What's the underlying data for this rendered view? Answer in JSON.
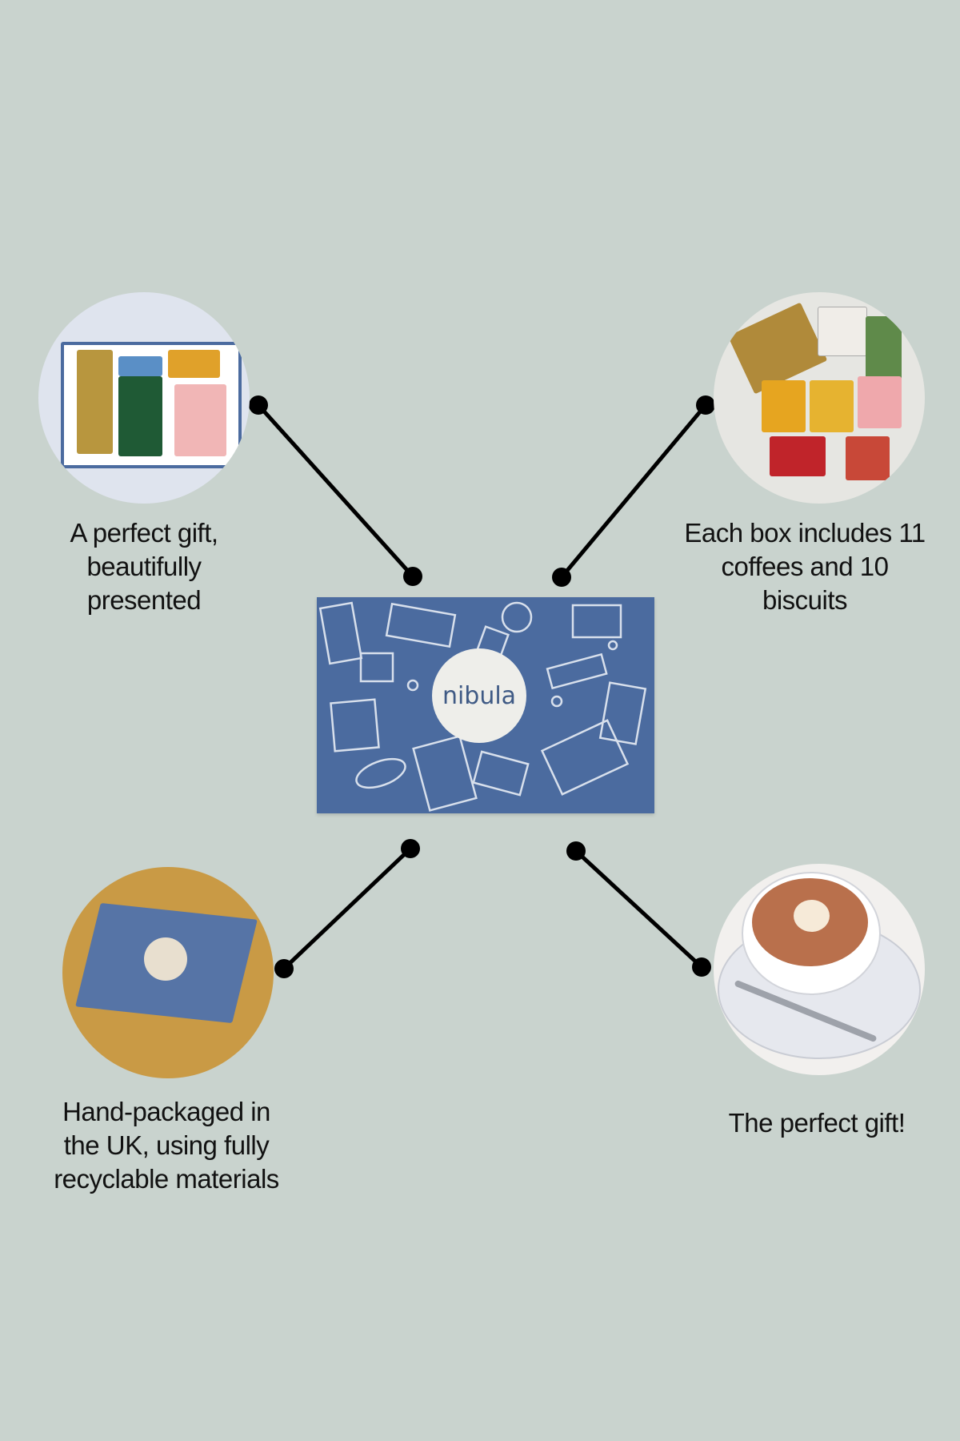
{
  "center_box": {
    "logo": "nibula",
    "color": "#4b6b9f"
  },
  "features": [
    {
      "caption_lines": [
        "A perfect gift,",
        "beautifully",
        "presented"
      ],
      "image": "open-gift-box-photo"
    },
    {
      "caption_lines": [
        "Each box includes 11",
        "coffees and 10",
        "biscuits"
      ],
      "image": "coffees-and-biscuits-photo"
    },
    {
      "caption_lines": [
        "Hand-packaged in",
        "the UK, using fully",
        "recyclable materials"
      ],
      "image": "closed-box-photo"
    },
    {
      "caption_lines": [
        "The perfect gift!"
      ],
      "image": "latte-cup-illustration"
    }
  ],
  "colors": {
    "background": "#c9d3ce",
    "connector": "#000000"
  }
}
